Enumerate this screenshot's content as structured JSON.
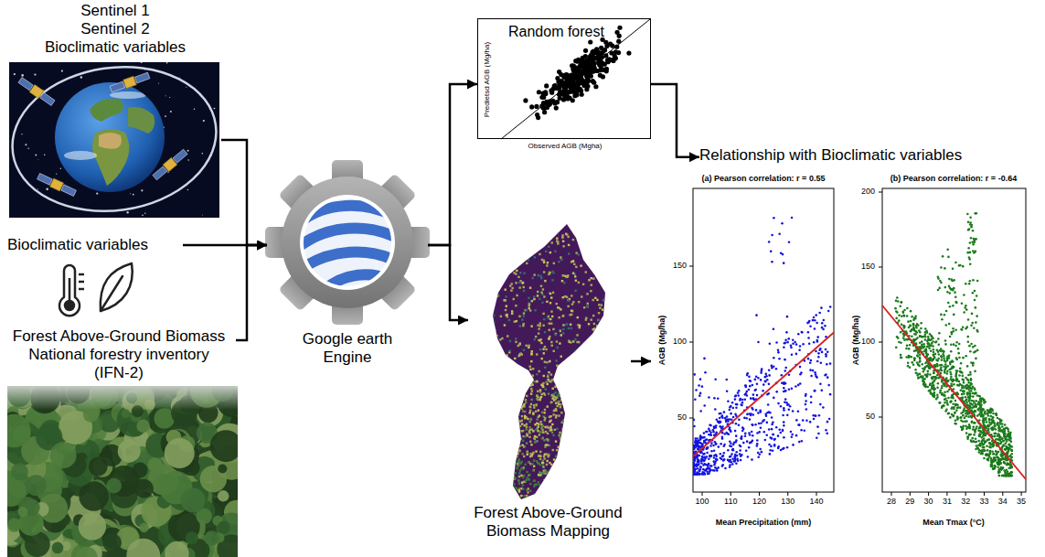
{
  "diagram": {
    "nodes": [
      {
        "text": [
          "Sentinel 1",
          "Sentinel 2",
          "Bioclimatic variables"
        ]
      },
      {
        "text": [
          "Bioclimatic variables"
        ]
      },
      {
        "text": [
          "Forest Above-Ground Biomass",
          "National forestry inventory (IFN-2)"
        ]
      },
      {
        "text": [
          "Google earth Engine"
        ]
      },
      {
        "text": [
          "Random forest",
          "Predietsd AGB (Mg/ha)",
          "Observed AGB (Mgha)"
        ]
      },
      {
        "text": [
          "Forest Above-Ground Biomass Mapping"
        ]
      },
      {
        "text": [
          "Relationship with Bioclimatic variables"
        ]
      },
      {
        "text": [
          "(a) Pearson correlation: r = 0.55",
          "AGB (Mg/ha)",
          "Mean Precipitation (mm)"
        ]
      },
      {
        "text": [
          "(b) Pearson correlation: r = -0.64",
          "AGB (Mg/ha)",
          "Mean Tmax (°C)"
        ]
      }
    ],
    "edges": [
      {
        "from": 0,
        "to": 3,
        "arrow": "to"
      },
      {
        "from": 1,
        "to": 3,
        "arrow": "to"
      },
      {
        "from": 2,
        "to": 3,
        "arrow": "to"
      },
      {
        "from": 3,
        "to": 4,
        "arrow": "to"
      },
      {
        "from": 3,
        "to": 5,
        "arrow": "to"
      },
      {
        "from": 4,
        "to": 6,
        "arrow": "to"
      },
      {
        "from": 5,
        "to": 7,
        "arrow": "to"
      }
    ],
    "labels": [
      "150",
      "100",
      "50",
      "100",
      "110",
      "120",
      "130",
      "140",
      "200",
      "150",
      "100",
      "50",
      "28",
      "29",
      "30",
      "31",
      "32",
      "33",
      "34",
      "35"
    ]
  }
}
